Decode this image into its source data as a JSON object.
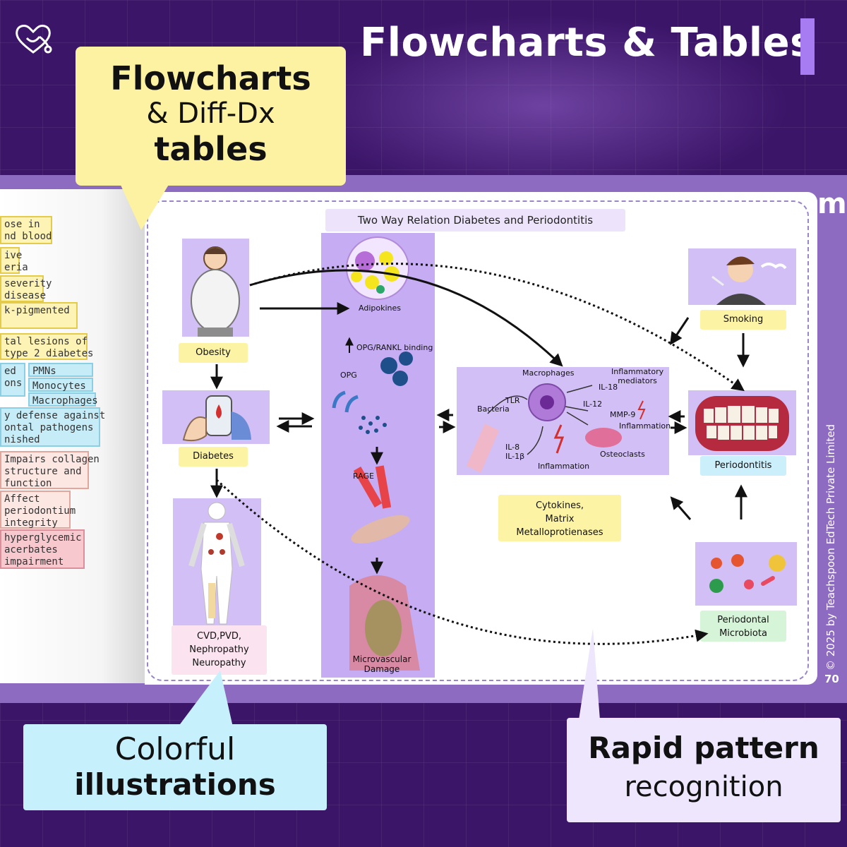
{
  "header": {
    "title": "Flowcharts & Tables",
    "accent": "#a77cf2"
  },
  "logo_icon": "heart-stethoscope-icon",
  "callouts": {
    "flowcharts": {
      "line1": "Flowcharts",
      "line2": "& Diff-Dx",
      "line3": "tables"
    },
    "illustrations": {
      "line1": "Colorful",
      "line2": "illustrations"
    },
    "pattern": {
      "line1": "Rapid pattern",
      "line2": "recognition"
    }
  },
  "left_page": {
    "items": [
      "ose in",
      "nd blood",
      "ive",
      "eria",
      "severity",
      "disease",
      "k-pigmented",
      "tal lesions of",
      " type 2 diabetes",
      "ed",
      "ons",
      "PMNs",
      "Monocytes",
      "Macrophages",
      "y defense against",
      "ontal pathogens",
      "nished",
      "Impairs collagen",
      "structure and",
      "function",
      "Affect",
      "periodontium",
      "integrity",
      " hyperglycemic",
      "acerbates",
      "impairment"
    ]
  },
  "diagram": {
    "title": "Two Way Relation Diabetes and Periodontitis",
    "obesity": "Obesity",
    "diabetes": "Diabetes",
    "cvd": [
      "CVD,PVD,",
      "Nephropathy",
      "Neuropathy"
    ],
    "adipokines": "Adipokines",
    "opg_rankl": "OPG/RANKL binding",
    "opg": "OPG",
    "rage": "RAGE",
    "microvascular": [
      "Microvascular",
      "Damage"
    ],
    "macrophages": "Macrophages",
    "inflammatory_mediators": [
      "Inflammatory",
      "mediators"
    ],
    "il18": "IL-18",
    "il12": "IL-12",
    "tlr": "TLR",
    "bacteria": "Bacteria",
    "mmp9": "MMP-9",
    "inflammation": "Inflammation",
    "il8": "IL-8",
    "il1b": "IL-1β",
    "osteoclasts": "Osteoclasts",
    "cytokines": [
      "Cytokines,",
      "Matrix",
      "Metalloprotienases"
    ],
    "smoking": "Smoking",
    "periodontitis": "Periodontitis",
    "microbiota": [
      "Periodontal",
      "Microbiota"
    ]
  },
  "page": {
    "brand": "m",
    "copyright": "© 2025 by Teachspoon EdTech Private Limited",
    "number": "70"
  }
}
